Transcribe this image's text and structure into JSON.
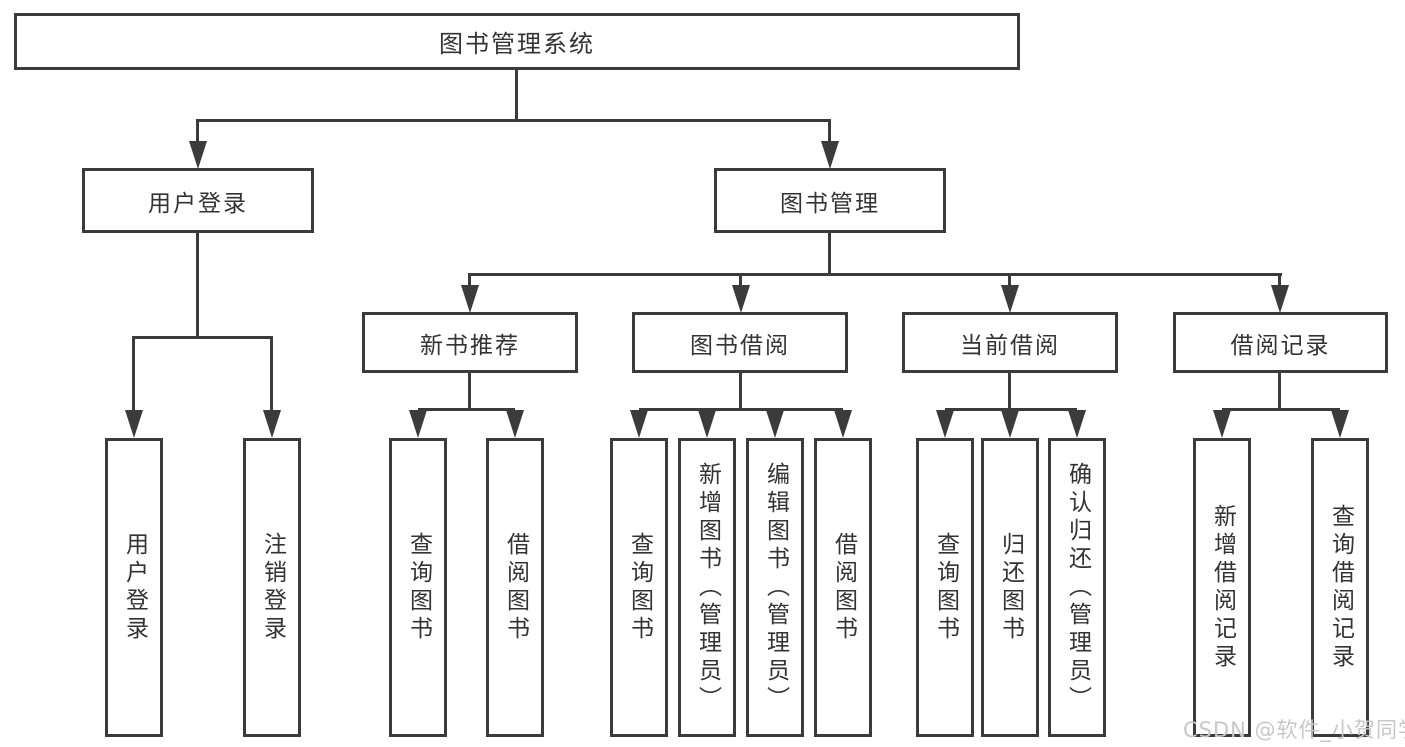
{
  "colors": {
    "line": "#3b3b3b",
    "text": "#333333",
    "background": "#ffffff",
    "watermark": "#c4c8cb"
  },
  "watermark": {
    "text": "CSDN @软件_小贺同学"
  },
  "tree": {
    "label": "图书管理系统",
    "children": [
      {
        "label": "用户登录",
        "children": [
          {
            "label": "用户登录"
          },
          {
            "label": "注销登录"
          }
        ]
      },
      {
        "label": "图书管理",
        "children": [
          {
            "label": "新书推荐",
            "children": [
              {
                "label": "查询图书"
              },
              {
                "label": "借阅图书"
              }
            ]
          },
          {
            "label": "图书借阅",
            "children": [
              {
                "label": "查询图书"
              },
              {
                "label": "新增图书（管理员）"
              },
              {
                "label": "编辑图书（管理员）"
              },
              {
                "label": "借阅图书"
              }
            ]
          },
          {
            "label": "当前借阅",
            "children": [
              {
                "label": "查询图书"
              },
              {
                "label": "归还图书"
              },
              {
                "label": "确认归还（管理员）"
              }
            ]
          },
          {
            "label": "借阅记录",
            "children": [
              {
                "label": "新增借阅记录"
              },
              {
                "label": "查询借阅记录"
              }
            ]
          }
        ]
      }
    ]
  }
}
